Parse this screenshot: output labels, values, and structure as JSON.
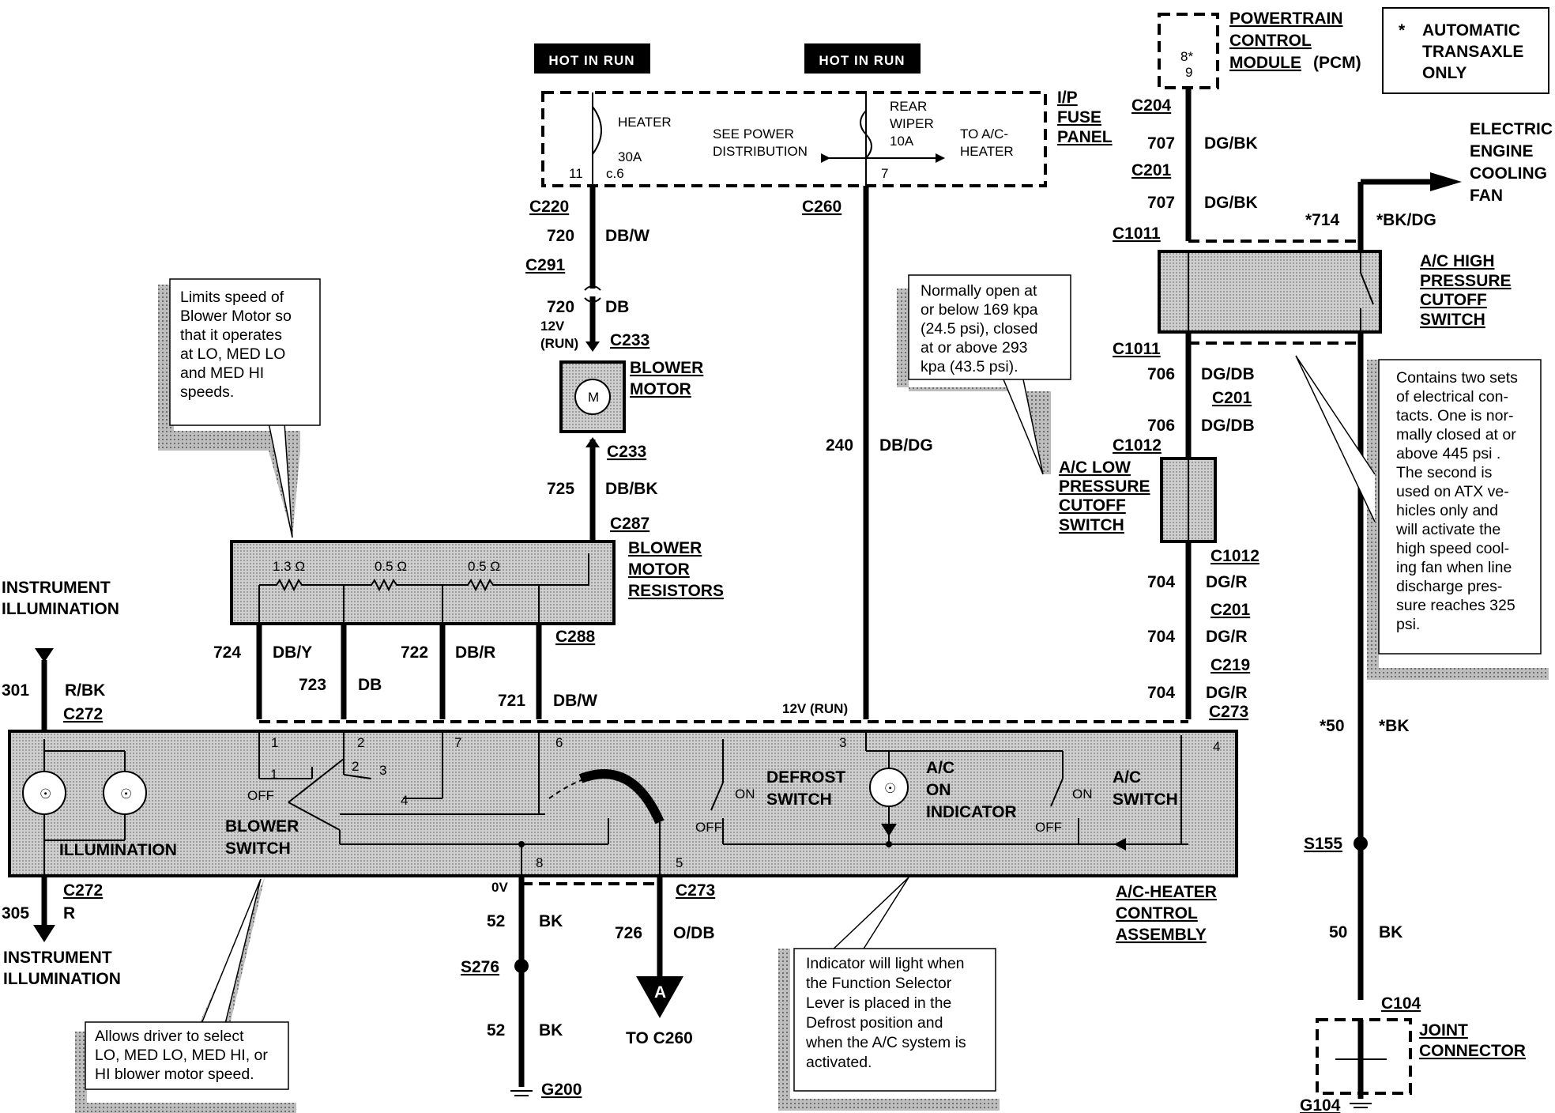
{
  "labels": {
    "hot_in_run": "HOT IN RUN",
    "ip_fuse_panel": [
      "I/P",
      "FUSE",
      "PANEL"
    ],
    "heater_fuse": "HEATER",
    "heater_amp": "30A",
    "see_power": [
      "SEE POWER",
      "DISTRIBUTION"
    ],
    "rear_wiper": [
      "REAR",
      "WIPER"
    ],
    "rear_wiper_amp": "10A",
    "to_ac_heater": [
      "TO A/C-",
      "HEATER"
    ],
    "fuse_pins": [
      "11",
      "c.6",
      "7"
    ],
    "pcm": [
      "POWERTRAIN",
      "CONTROL",
      "MODULE"
    ],
    "pcm_suffix": "(PCM)",
    "pcm_pins": [
      "8*",
      "9"
    ],
    "auto_note": [
      "*",
      "AUTOMATIC",
      "TRANSAXLE",
      "ONLY"
    ],
    "electric_fan": [
      "ELECTRIC",
      "ENGINE",
      "COOLING",
      "FAN"
    ],
    "blower_motor": [
      "BLOWER",
      "MOTOR"
    ],
    "blower_resistors": [
      "BLOWER",
      "MOTOR",
      "RESISTORS"
    ],
    "res_values": [
      "1.3 Ω",
      "0.5 Ω",
      "0.5 Ω"
    ],
    "ac_high": [
      "A/C HIGH",
      "PRESSURE",
      "CUTOFF",
      "SWITCH"
    ],
    "ac_low": [
      "A/C LOW",
      "PRESSURE",
      "CUTOFF",
      "SWITCH"
    ],
    "instrument_illum_top": [
      "INSTRUMENT",
      "ILLUMINATION"
    ],
    "instrument_illum_bottom": [
      "INSTRUMENT",
      "ILLUMINATION"
    ],
    "illumination": "ILLUMINATION",
    "blower_switch": [
      "BLOWER",
      "SWITCH"
    ],
    "defrost_switch": [
      "DEFROST",
      "SWITCH"
    ],
    "ac_on_indicator": [
      "A/C",
      "ON",
      "INDICATOR"
    ],
    "ac_switch": [
      "A/C",
      "SWITCH"
    ],
    "assembly": [
      "A/C-HEATER",
      "CONTROL",
      "ASSEMBLY"
    ],
    "joint_connector": [
      "JOINT",
      "CONNECTOR"
    ],
    "to_c260": "TO C260",
    "conn_a": "A",
    "v12_run": "12V (RUN)",
    "v12_run_top": [
      "12V",
      "(RUN)"
    ],
    "ov": "0V",
    "sw_on": "ON",
    "sw_off": "OFF",
    "pins": [
      "1",
      "2",
      "7",
      "6",
      "3",
      "4",
      "8",
      "5"
    ],
    "blower_pins": [
      "1",
      "2",
      "3",
      "4"
    ]
  },
  "connectors": {
    "c220": "C220",
    "c291": "C291",
    "c233a": "C233",
    "c233b": "C233",
    "c287": "C287",
    "c288": "C288",
    "c260": "C260",
    "c204": "C204",
    "c201a": "C201",
    "c1011a": "C1011",
    "c1011b": "C1011",
    "c201b": "C201",
    "c1012a": "C1012",
    "c1012b": "C1012",
    "c201c": "C201",
    "c219": "C219",
    "c273a": "C273",
    "c272a": "C272",
    "c272b": "C272",
    "c273b": "C273",
    "s276": "S276",
    "g200": "G200",
    "s155": "S155",
    "c104": "C104",
    "g104": "G104"
  },
  "wires": {
    "w720a": [
      "720",
      "DB/W"
    ],
    "w720b": [
      "720",
      "DB"
    ],
    "w725": [
      "725",
      "DB/BK"
    ],
    "w724": [
      "724",
      "DB/Y"
    ],
    "w723": [
      "723",
      "DB"
    ],
    "w722": [
      "722",
      "DB/R"
    ],
    "w721": [
      "721",
      "DB/W"
    ],
    "w240": [
      "240",
      "DB/DG"
    ],
    "w301": [
      "301",
      "R/BK"
    ],
    "w305": [
      "305",
      "R"
    ],
    "w52a": [
      "52",
      "BK"
    ],
    "w52b": [
      "52",
      "BK"
    ],
    "w726": [
      "726",
      "O/DB"
    ],
    "w707a": [
      "707",
      "DG/BK"
    ],
    "w707b": [
      "707",
      "DG/BK"
    ],
    "w714": [
      "*714",
      "*BK/DG"
    ],
    "w706a": [
      "706",
      "DG/DB"
    ],
    "w706b": [
      "706",
      "DG/DB"
    ],
    "w704a": [
      "704",
      "DG/R"
    ],
    "w704b": [
      "704",
      "DG/R"
    ],
    "w704c": [
      "704",
      "DG/R"
    ],
    "w50a": [
      "*50",
      "*BK"
    ],
    "w50b": [
      "50",
      "BK"
    ]
  },
  "notes": {
    "limits": [
      "Limits speed of",
      "Blower Motor so",
      "that it operates",
      "at LO, MED LO",
      "and MED HI",
      "speeds."
    ],
    "normally": [
      "Normally open at",
      "or below 169 kpa",
      "(24.5 psi), closed",
      "at or above 293",
      "kpa (43.5 psi)."
    ],
    "contains": [
      "Contains two sets",
      "of electrical con-",
      "tacts. One is nor-",
      "mally closed at or",
      "above 445 psi .",
      "The second is",
      "used on ATX ve-",
      "hicles only and",
      "will activate the",
      "high speed cool-",
      "ing fan when line",
      "discharge pres-",
      "sure reaches 325",
      "psi."
    ],
    "allows": [
      "Allows driver to select",
      "LO, MED LO, MED HI, or",
      "HI blower motor speed."
    ],
    "indicator": [
      "Indicator will light when",
      "the Function Selector",
      "Lever is placed in the",
      "Defrost position and",
      "when the A/C system is",
      "activated."
    ]
  }
}
